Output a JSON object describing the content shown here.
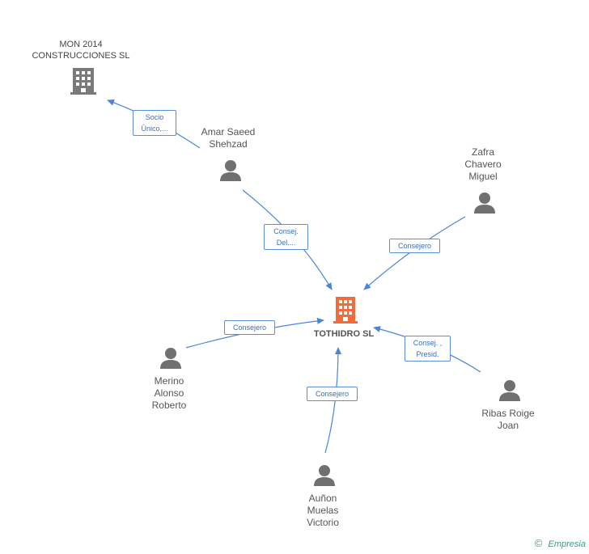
{
  "nodes": {
    "main_company": {
      "label": "TOTHIDRO SL",
      "color": "#f26b3a"
    },
    "mon2014": {
      "lines": [
        "MON 2014",
        "CONSTRUCCIONES SL"
      ],
      "color": "#7a7a7a"
    },
    "amar": {
      "lines": [
        "Amar Saeed",
        "Shehzad"
      ]
    },
    "zafra": {
      "lines": [
        "Zafra",
        "Chavero",
        "Miguel"
      ]
    },
    "merino": {
      "lines": [
        "Merino",
        "Alonso",
        "Roberto"
      ]
    },
    "ribas": {
      "lines": [
        "Ribas Roige",
        "Joan"
      ]
    },
    "aunon": {
      "lines": [
        "Auñon",
        "Muelas",
        "Victorio"
      ]
    }
  },
  "edges": {
    "amar_mon": [
      "Socio",
      "Único,..."
    ],
    "amar_tothidro": [
      "Consej.",
      "Del...."
    ],
    "zafra_tothidro": [
      "Consejero"
    ],
    "merino_tothidro": [
      "Consejero"
    ],
    "ribas_tothidro": [
      "Consej. ,",
      "Presid."
    ],
    "aunon_tothidro": [
      "Consejero"
    ]
  },
  "style": {
    "edge_color": "#4a86d8",
    "person_color": "#707070"
  },
  "footer": {
    "copyright": "©",
    "brand": "Empresia"
  }
}
